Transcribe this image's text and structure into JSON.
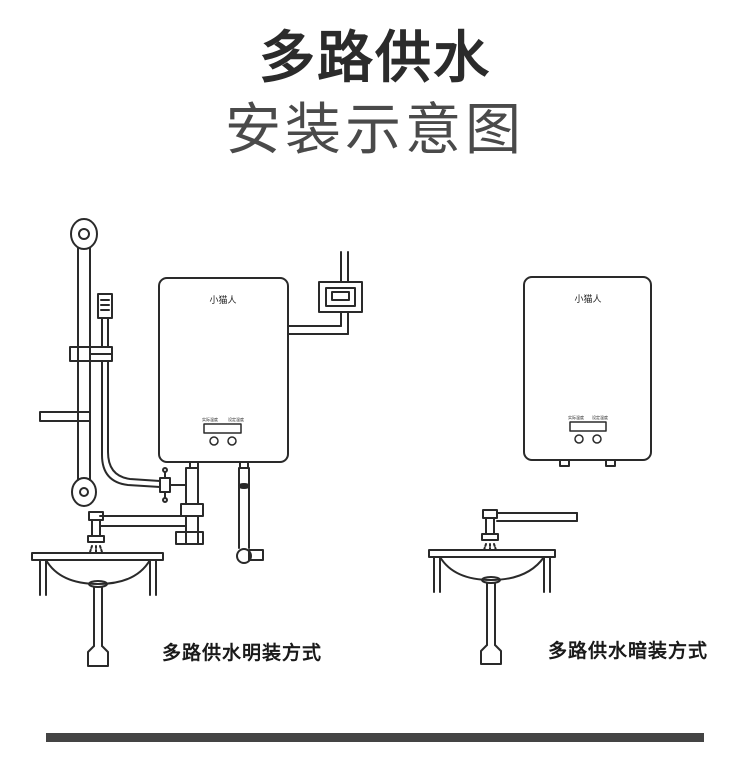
{
  "title": {
    "line1": "多路供水",
    "line2": "安装示意图"
  },
  "heater": {
    "brand": "小猫人",
    "panel_label_left": "实际温度",
    "panel_label_right": "设定温度"
  },
  "captions": {
    "exposed": "多路供水明装方式",
    "concealed": "多路供水暗装方式"
  },
  "colors": {
    "line": "#2a2a2a",
    "bar": "#444444"
  }
}
